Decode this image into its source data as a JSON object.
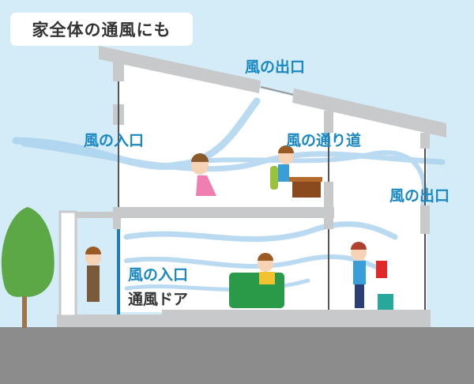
{
  "title": "家全体の通風にも",
  "labels": {
    "roof_outlet": "風の出口",
    "upper_inlet": "風の入口",
    "air_path": "風の通り道",
    "side_outlet": "風の出口",
    "door_inlet": "風の入口",
    "door_name": "通風ドア"
  },
  "colors": {
    "sky": "#d4ebf8",
    "label_blue": "#1a88c2",
    "structure_gray": "#c8c9ca",
    "ground_gray": "#8c8c8c",
    "wind": "#a9d2ef"
  }
}
